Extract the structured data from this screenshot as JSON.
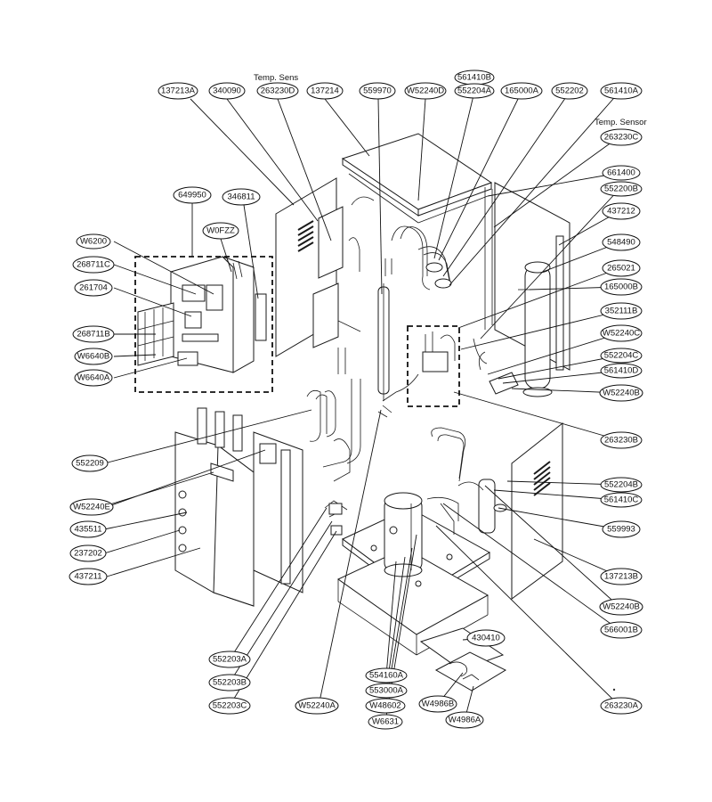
{
  "notes": {
    "temp_sensor": "Temp. Sensor",
    "temp_sensor_cut": "Temp. Sens"
  },
  "labels": [
    {
      "id": "l1",
      "text": "137213A"
    },
    {
      "id": "l2",
      "text": "340090"
    },
    {
      "id": "l3",
      "text": "263230D"
    },
    {
      "id": "l4",
      "text": "137214"
    },
    {
      "id": "l5",
      "text": "559970"
    },
    {
      "id": "l6",
      "text": "W52240D"
    },
    {
      "id": "l7",
      "text": "561410B"
    },
    {
      "id": "l8",
      "text": "552204A"
    },
    {
      "id": "l9",
      "text": "165000A"
    },
    {
      "id": "l10",
      "text": "552202"
    },
    {
      "id": "l11",
      "text": "561410A"
    },
    {
      "id": "l12",
      "text": "263230C"
    },
    {
      "id": "l13",
      "text": "661400"
    },
    {
      "id": "l14",
      "text": "552200B"
    },
    {
      "id": "l15",
      "text": "437212"
    },
    {
      "id": "l16",
      "text": "548490"
    },
    {
      "id": "l17",
      "text": "265021"
    },
    {
      "id": "l18",
      "text": "165000B"
    },
    {
      "id": "l19",
      "text": "352111B"
    },
    {
      "id": "l20",
      "text": "W52240C"
    },
    {
      "id": "l21",
      "text": "552204C"
    },
    {
      "id": "l22",
      "text": "561410D"
    },
    {
      "id": "l23",
      "text": "W52240B"
    },
    {
      "id": "l24",
      "text": "263230B"
    },
    {
      "id": "l25",
      "text": "552204B"
    },
    {
      "id": "l26",
      "text": "561410C"
    },
    {
      "id": "l27",
      "text": "559993"
    },
    {
      "id": "l28",
      "text": "137213B"
    },
    {
      "id": "l29",
      "text": "W52240B"
    },
    {
      "id": "l30",
      "text": "566001B"
    },
    {
      "id": "l31",
      "text": "263230A"
    },
    {
      "id": "l32",
      "text": "430410"
    },
    {
      "id": "l33",
      "text": "W4986B"
    },
    {
      "id": "l34",
      "text": "W4986A"
    },
    {
      "id": "l35",
      "text": "554160A"
    },
    {
      "id": "l36",
      "text": "553000A"
    },
    {
      "id": "l37",
      "text": "W48602"
    },
    {
      "id": "l38",
      "text": "W6631"
    },
    {
      "id": "l39",
      "text": "W52240A"
    },
    {
      "id": "l40",
      "text": "552203A"
    },
    {
      "id": "l41",
      "text": "552203B"
    },
    {
      "id": "l42",
      "text": "552203C"
    },
    {
      "id": "l43",
      "text": "437211"
    },
    {
      "id": "l44",
      "text": "237202"
    },
    {
      "id": "l45",
      "text": "435511"
    },
    {
      "id": "l46",
      "text": "W52240E"
    },
    {
      "id": "l47",
      "text": "552209"
    },
    {
      "id": "l48",
      "text": "649950"
    },
    {
      "id": "l49",
      "text": "346811"
    },
    {
      "id": "l50",
      "text": "W0FZZ"
    },
    {
      "id": "l51",
      "text": "W6200"
    },
    {
      "id": "l52",
      "text": "268711C"
    },
    {
      "id": "l53",
      "text": "261704"
    },
    {
      "id": "l54",
      "text": "268711B"
    },
    {
      "id": "l55",
      "text": "W6640B"
    },
    {
      "id": "l56",
      "text": "W6640A"
    }
  ]
}
